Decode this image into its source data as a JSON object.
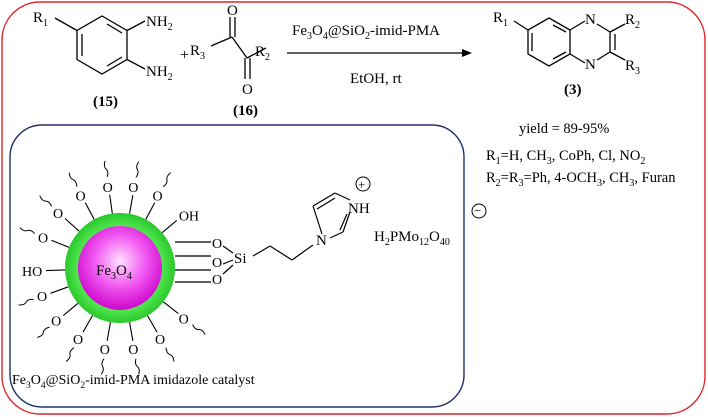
{
  "reaction": {
    "compound_15": {
      "r1": "R",
      "r1_sub": "1",
      "nh2_a": "NH",
      "nh2_b": "NH",
      "nh2_sub": "2",
      "label": "(15)"
    },
    "plus": "+",
    "compound_16": {
      "o_top": "O",
      "o_bottom": "O",
      "r3": "R",
      "r3_sub": "3",
      "r2": "R",
      "r2_sub": "2",
      "label": "(16)"
    },
    "catalyst_text": {
      "fe": "Fe",
      "fe_sub": "3",
      "o": "O",
      "o_sub": "4",
      "at": "@SiO",
      "at_sub": "2",
      "rest": "-imid-PMA"
    },
    "conditions": "EtOH, rt",
    "product": {
      "r1": "R",
      "r1_sub": "1",
      "n_top": "N",
      "n_bottom": "N",
      "r2": "R",
      "r2_sub": "2",
      "r3": "R",
      "r3_sub": "3",
      "label": "(3)"
    },
    "yield": "yield = 89-95%",
    "r1_line": {
      "prefix": "R",
      "prefix_sub": "1",
      "text": "=H, CH",
      "ch3_sub": "3",
      "rest": ", CoPh, Cl, NO",
      "no2_sub": "2"
    },
    "r2_line": {
      "a": "R",
      "a_sub": "2",
      "b": "=R",
      "b_sub": "3",
      "text": "=Ph, 4-OCH",
      "och3_sub": "3",
      "rest": ", CH",
      "ch3_sub": "3",
      "end": ", Furan"
    }
  },
  "catalyst_panel": {
    "core": {
      "fe": "Fe",
      "fe_sub": "3",
      "o": "O",
      "o_sub": "4"
    },
    "o_label": "O",
    "ho_left": "HO",
    "oh_top": "OH",
    "si": "Si",
    "nh": "NH",
    "n": "N",
    "plus_sign": "+",
    "anion": {
      "h": "H",
      "h_sub": "2",
      "pmo": "PMo",
      "pmo_sub": "12",
      "o": "O",
      "o_sub": "40"
    },
    "minus_sign": "−",
    "caption": {
      "fe": "Fe",
      "fe_sub": "3",
      "o": "O",
      "o_sub": "4",
      "at": "@SiO",
      "at_sub": "2",
      "rest": "-imid-PMA imidazole catalyst"
    }
  },
  "colors": {
    "outer_border": "#e0242b",
    "inner_border": "#1f2f6b",
    "shell_green": "#3ee83e",
    "core_magenta": "#ee11ee"
  }
}
